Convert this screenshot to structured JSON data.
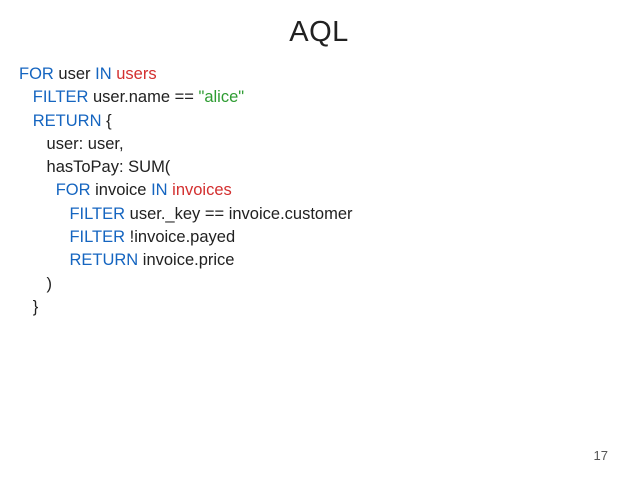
{
  "slide": {
    "title": "AQL",
    "page_number": "17"
  },
  "code": {
    "lines": [
      {
        "indent": "",
        "tokens": [
          {
            "t": "kw",
            "v": "FOR"
          },
          {
            "t": "plain",
            "v": " user "
          },
          {
            "t": "kw",
            "v": "IN"
          },
          {
            "t": "plain",
            "v": " "
          },
          {
            "t": "coll",
            "v": "users"
          }
        ]
      },
      {
        "indent": "   ",
        "tokens": [
          {
            "t": "kw",
            "v": "FILTER"
          },
          {
            "t": "plain",
            "v": " user.name == "
          },
          {
            "t": "str",
            "v": "\"alice\""
          }
        ]
      },
      {
        "indent": "   ",
        "tokens": [
          {
            "t": "kw",
            "v": "RETURN"
          },
          {
            "t": "plain",
            "v": " {"
          }
        ]
      },
      {
        "indent": "      ",
        "tokens": [
          {
            "t": "plain",
            "v": "user: user,"
          }
        ]
      },
      {
        "indent": "      ",
        "tokens": [
          {
            "t": "plain",
            "v": "hasToPay: SUM("
          }
        ]
      },
      {
        "indent": "        ",
        "tokens": [
          {
            "t": "kw",
            "v": "FOR"
          },
          {
            "t": "plain",
            "v": " invoice "
          },
          {
            "t": "kw",
            "v": "IN"
          },
          {
            "t": "plain",
            "v": " "
          },
          {
            "t": "coll",
            "v": "invoices"
          }
        ]
      },
      {
        "indent": "           ",
        "tokens": [
          {
            "t": "kw",
            "v": "FILTER"
          },
          {
            "t": "plain",
            "v": " user._key == invoice.customer"
          }
        ]
      },
      {
        "indent": "           ",
        "tokens": [
          {
            "t": "kw",
            "v": "FILTER"
          },
          {
            "t": "plain",
            "v": " !invoice.payed"
          }
        ]
      },
      {
        "indent": "           ",
        "tokens": [
          {
            "t": "kw",
            "v": "RETURN"
          },
          {
            "t": "plain",
            "v": " invoice.price"
          }
        ]
      },
      {
        "indent": "      ",
        "tokens": [
          {
            "t": "plain",
            "v": ")"
          }
        ]
      },
      {
        "indent": "   ",
        "tokens": [
          {
            "t": "plain",
            "v": "}"
          }
        ]
      }
    ]
  },
  "colors": {
    "keyword": "#1565c0",
    "collection": "#d32f2f",
    "string": "#2e9c32",
    "text": "#212121"
  }
}
